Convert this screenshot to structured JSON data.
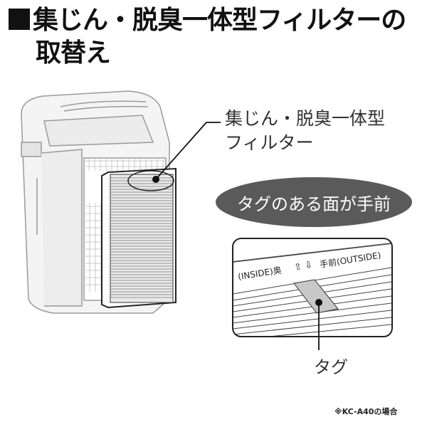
{
  "title": {
    "line1": "集じん・脱臭一体型フィルターの",
    "line2": "取替え"
  },
  "callout_label": {
    "line1": "集じん・脱臭一体型",
    "line2": "フィルター"
  },
  "instruction_pill": {
    "text": "タグのある面が手前",
    "color": "#5a5a5a"
  },
  "detail_inset": {
    "inside_text": "(INSIDE)奥",
    "outside_text": "手前(OUTSIDE)",
    "up_arrow": "⇧",
    "down_arrow": "⇩"
  },
  "tag_label": "タグ",
  "footnote": "※KC-A40の場合"
}
